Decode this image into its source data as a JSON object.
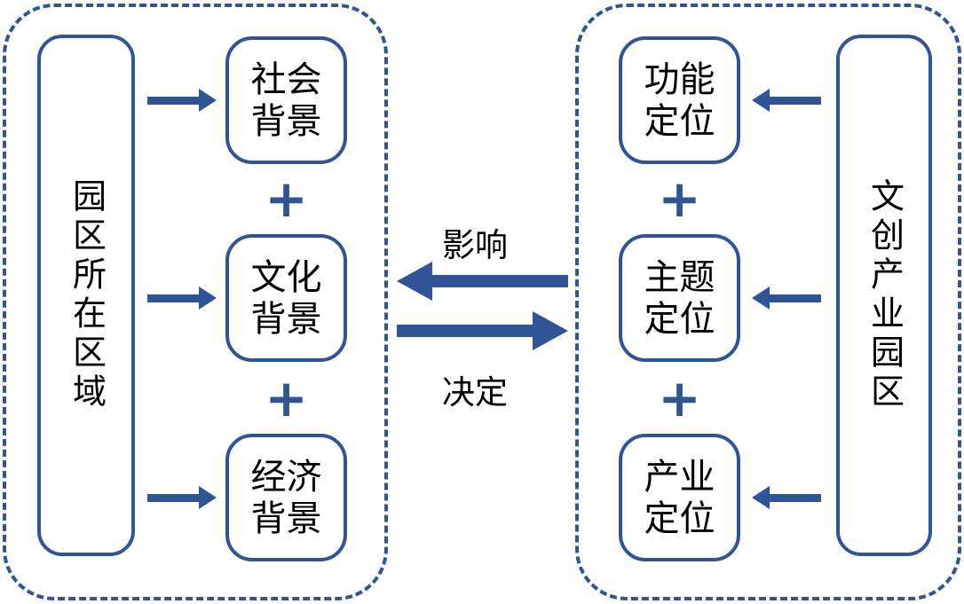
{
  "colors": {
    "accent": "#2F5596",
    "text": "#000000",
    "background": "#FFFFFF"
  },
  "left_group": {
    "source_label": "园区所在区域",
    "plus": "+",
    "items": [
      {
        "label": "社会\n背景"
      },
      {
        "label": "文化\n背景"
      },
      {
        "label": "经济\n背景"
      }
    ]
  },
  "right_group": {
    "source_label": "文创产业园区",
    "plus": "+",
    "items": [
      {
        "label": "功能\n定位"
      },
      {
        "label": "主题\n定位"
      },
      {
        "label": "产业\n定位"
      }
    ]
  },
  "center": {
    "influence_label": "影响",
    "decide_label": "决定"
  }
}
